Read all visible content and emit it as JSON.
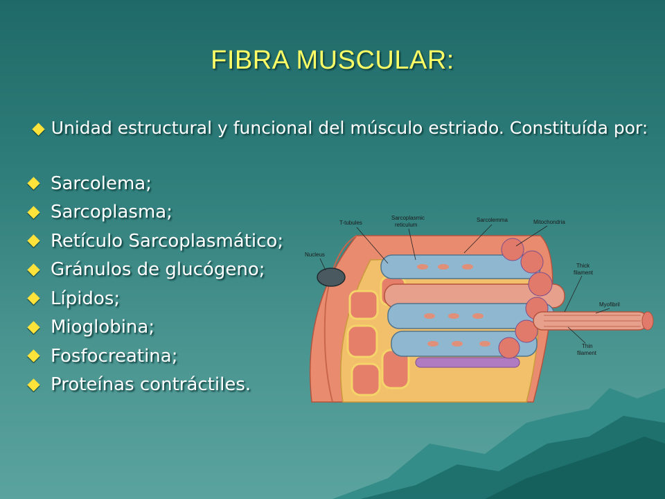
{
  "slide": {
    "title": "FIBRA MUSCULAR:",
    "intro": "Unidad estructural y funcional del músculo estriado. Constituída por:",
    "items": [
      "Sarcolema;",
      "Sarcoplasma;",
      "Retículo Sarcoplasmático;",
      "Gránulos de glucógeno;",
      "Lípidos;",
      "Mioglobina;",
      "Fosfocreatina;",
      "Proteínas contráctiles."
    ],
    "bullet_color": "#ffe23a",
    "title_color": "#ffff66"
  },
  "illustration": {
    "labels": {
      "t_tubules": "T-tubules",
      "sr_line1": "Sarcoplasmic",
      "sr_line2": "reticulum",
      "sarcolemma": "Sarcolemma",
      "mitochondria": "Mitochondria",
      "nucleus": "Nucleus",
      "thick1": "Thick",
      "thick2": "filament",
      "myofibril": "Myofibril",
      "thin1": "Thin",
      "thin2": "filament"
    }
  }
}
